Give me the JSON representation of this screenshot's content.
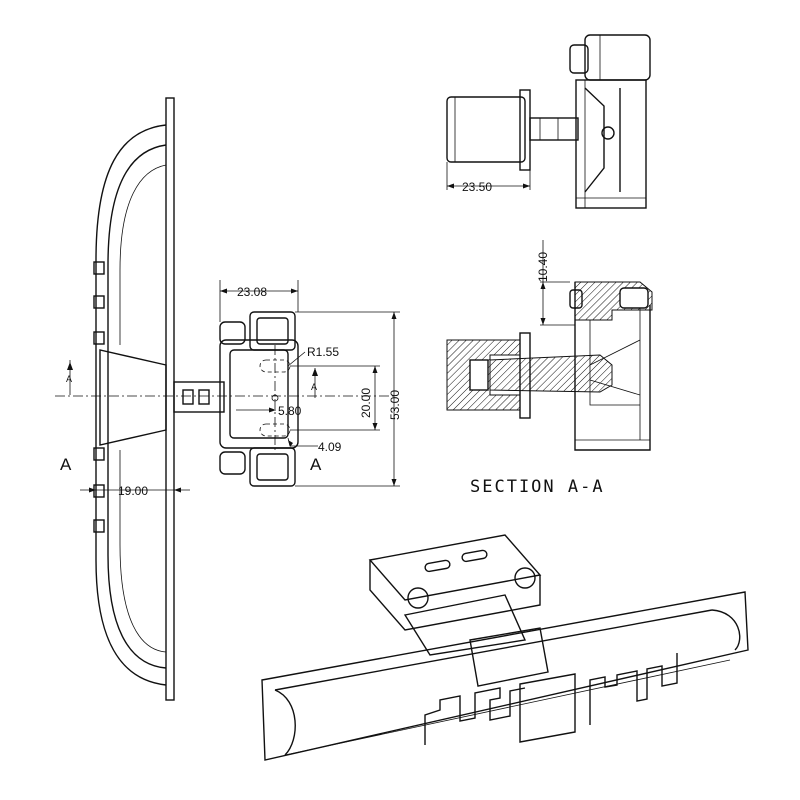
{
  "dimensions": {
    "d_23_50": "23.50",
    "d_10_40": "10.40",
    "d_23_08": "23.08",
    "d_r1_55": "R1.55",
    "d_20_00": "20.00",
    "d_53_00": "53.00",
    "d_5_80": "5.80",
    "d_4_09": "4.09",
    "d_19_00": "19.00"
  },
  "labels": {
    "section_title": "SECTION A-A",
    "cut_left": "A",
    "cut_right": "A",
    "arrow_left": "A",
    "arrow_mid": "A"
  }
}
